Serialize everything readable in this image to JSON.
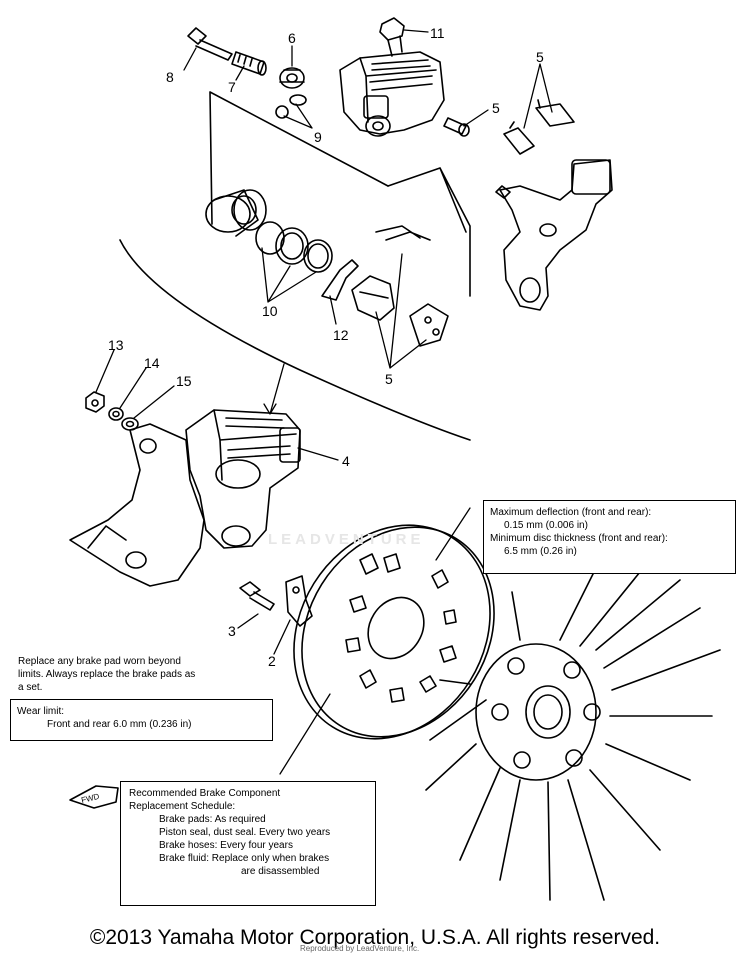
{
  "callouts": {
    "c1": "11",
    "c2": "6",
    "c3": "8",
    "c4": "7",
    "c5": "5",
    "c6": "5",
    "c7": "9",
    "c8": "10",
    "c9": "12",
    "c10": "5",
    "c11": "13",
    "c12": "14",
    "c13": "15",
    "c14": "4",
    "c15": "3",
    "c16": "2"
  },
  "spec_box": {
    "line1": "Maximum deflection (front and rear):",
    "line2": "0.15 mm (0.006 in)",
    "line3": "Minimum disc thickness (front and rear):",
    "line4": "6.5 mm   (0.26 in)"
  },
  "replace_note": {
    "line1": "Replace any brake pad worn beyond",
    "line2": "limits. Always replace the brake pads as",
    "line3": "a set."
  },
  "wear_box": {
    "line1": "Wear limit:",
    "line2": "Front and rear 6.0 mm (0.236 in)"
  },
  "schedule_box": {
    "line1": "Recommended Brake Component",
    "line2": "Replacement Schedule:",
    "line3": "Brake pads: As required",
    "line4": "Piston seal, dust seal. Every two years",
    "line5": "Brake hoses: Every four years",
    "line6": "Brake fluid: Replace only when brakes",
    "line7": "are disassembled"
  },
  "fwd_label": "FWD",
  "watermark": "LEADVENTURE",
  "reproduced": "Reproduced by LeadVenture, Inc.",
  "copyright": "©2013 Yamaha Motor Corporation, U.S.A. All rights reserved.",
  "colors": {
    "ink": "#000000",
    "paper": "#ffffff",
    "watermark": "#e6e6e6"
  }
}
